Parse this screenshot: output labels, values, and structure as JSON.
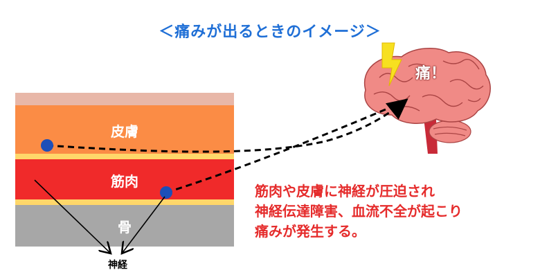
{
  "title": "＜痛みが出るときのイメージ＞",
  "layers": {
    "skin_label": "皮膚",
    "muscle_label": "筋肉",
    "bone_label": "骨"
  },
  "nerve_label": "神経",
  "pain_label": "痛！",
  "explanation": {
    "line1": "筋肉や皮膚に神経が圧迫され",
    "line2": "神経伝達障害、血流不全が起こり",
    "line3": "痛みが発生する。"
  },
  "colors": {
    "title": "#1f6fd6",
    "skin_top": "#e8b7a8",
    "skin": "#fb8c45",
    "fat": "#ffd76a",
    "muscle": "#f02a2a",
    "bone": "#a7a7a7",
    "nerve_dot": "#1d4fb8",
    "explanation": "#e52b2b",
    "brain": "#f08a86",
    "lightning": "#f7e020"
  }
}
